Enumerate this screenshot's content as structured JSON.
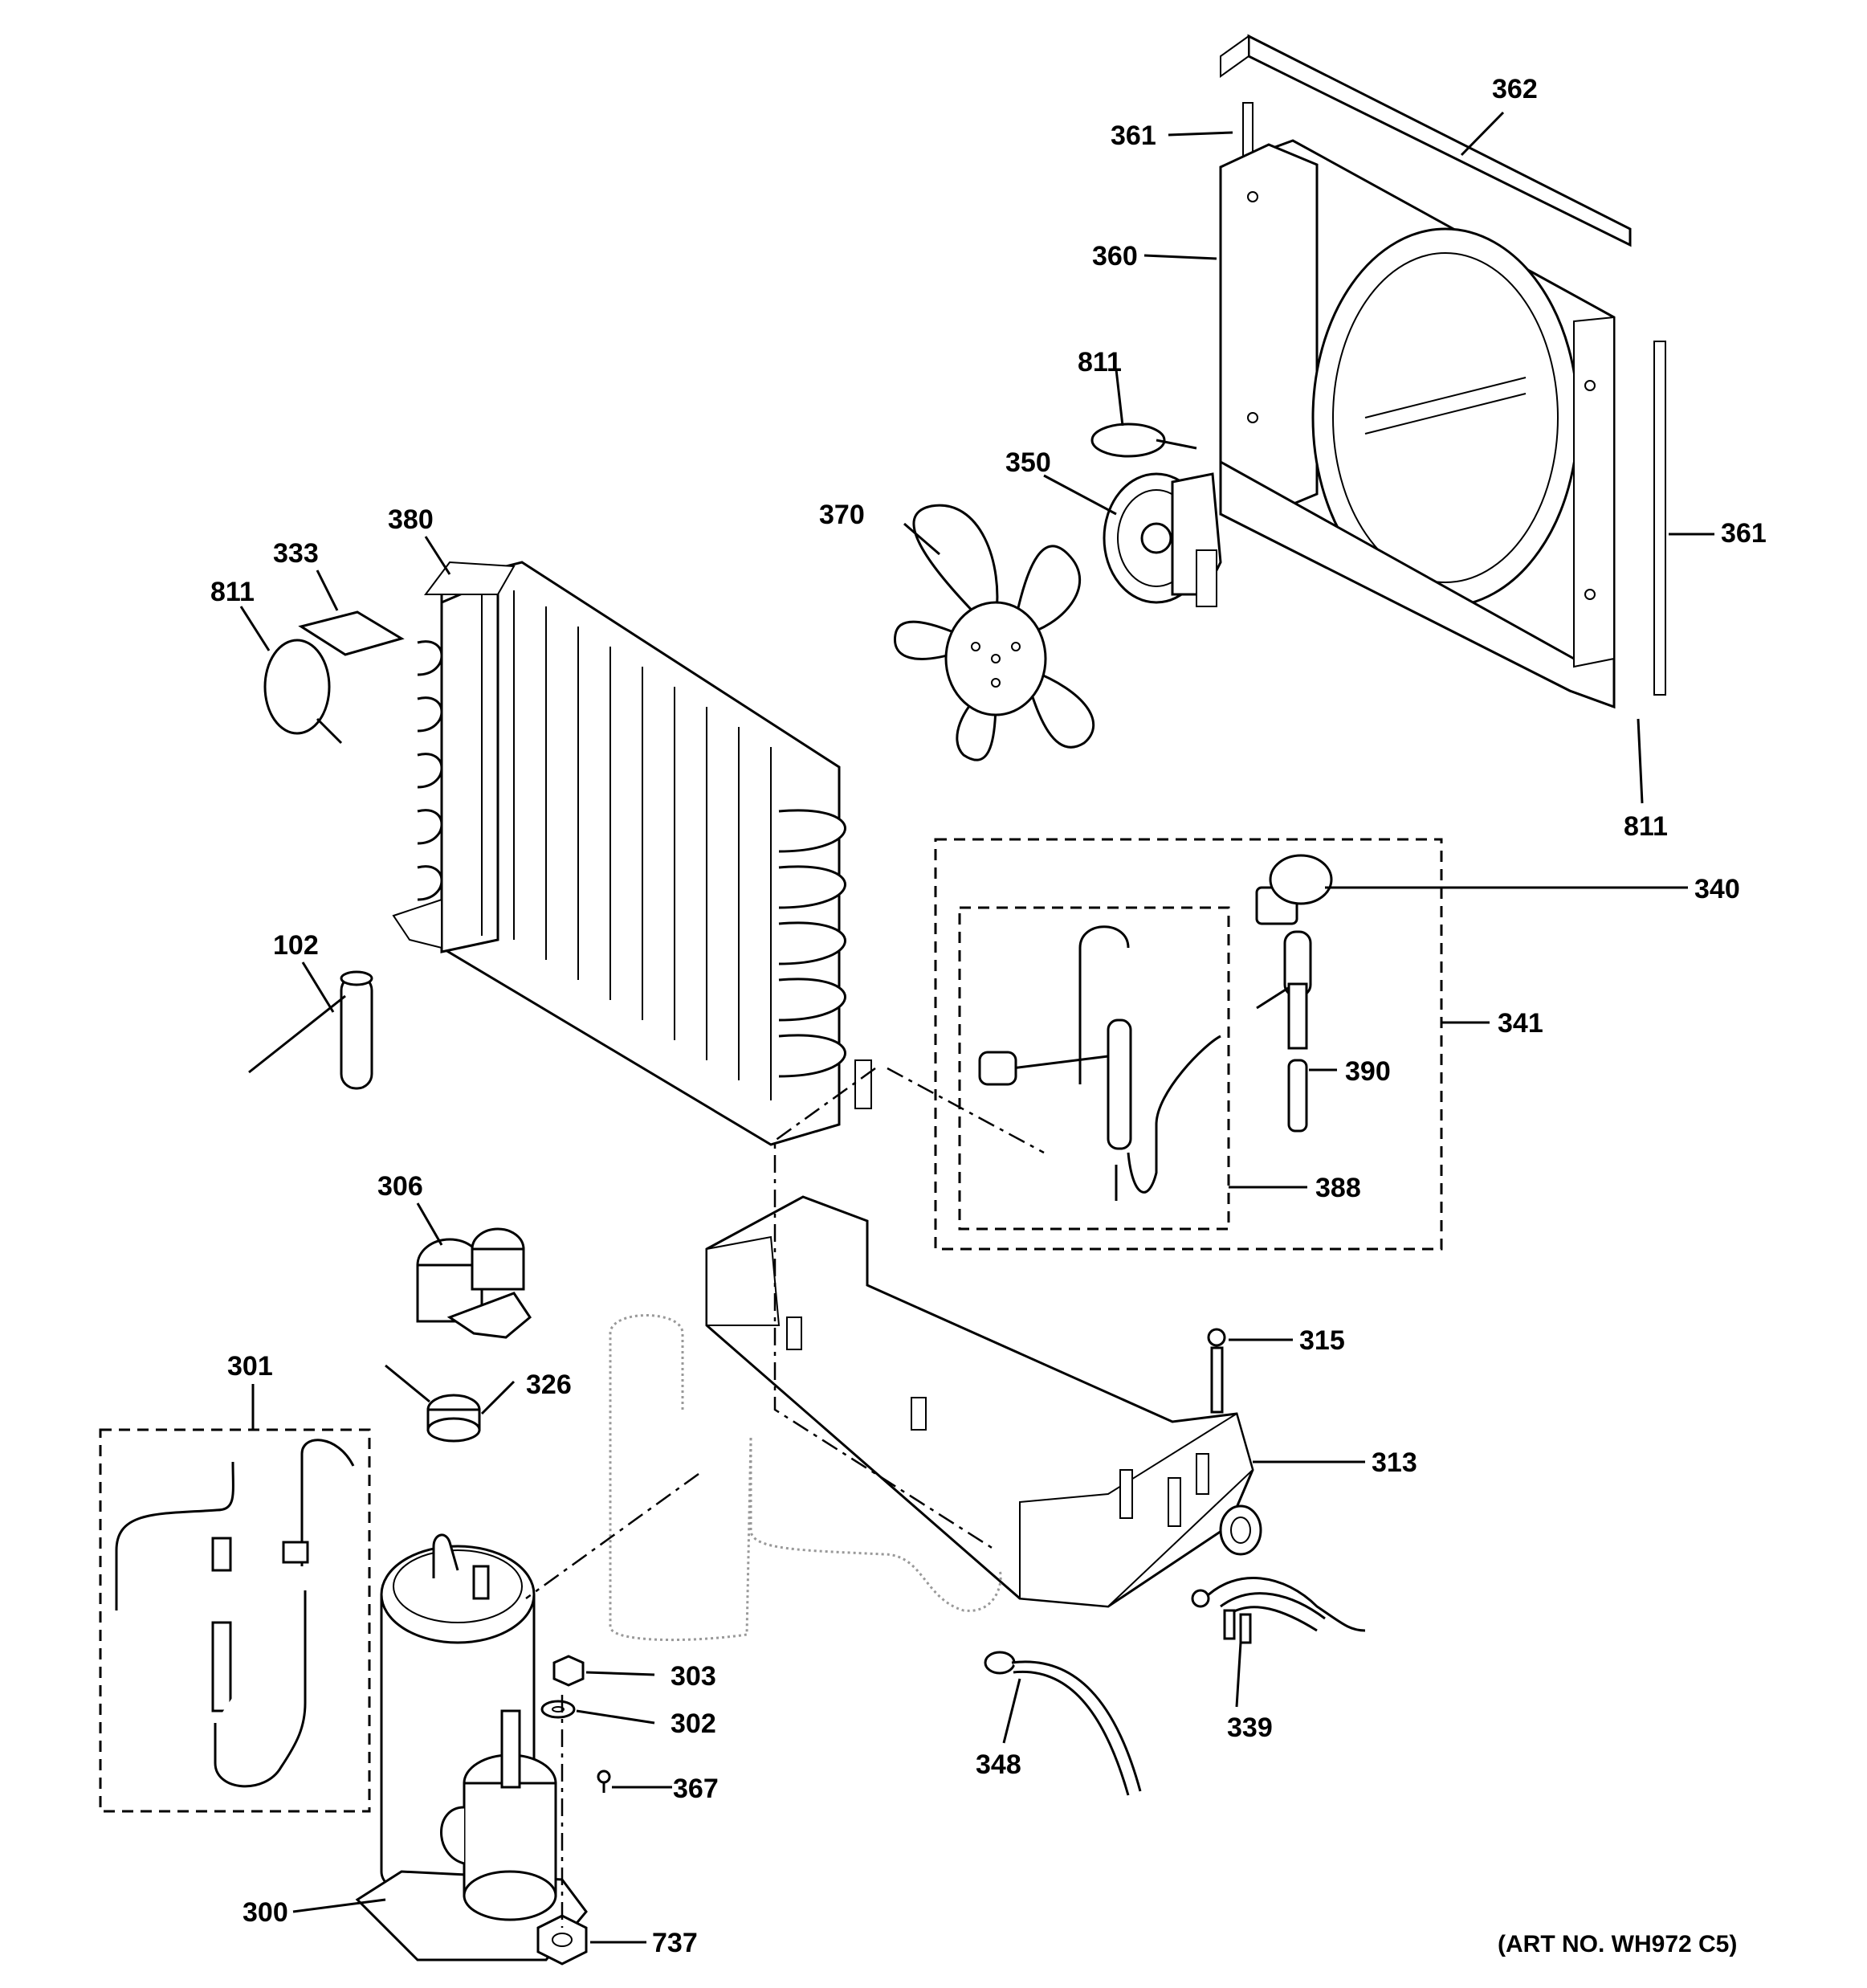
{
  "callouts": {
    "c362": "362",
    "c361_top": "361",
    "c360": "360",
    "c811_fan": "811",
    "c350": "350",
    "c370": "370",
    "c361_right": "361",
    "c811_right": "811",
    "c380": "380",
    "c333": "333",
    "c811_left": "811",
    "c340": "340",
    "c341": "341",
    "c390": "390",
    "c388": "388",
    "c102": "102",
    "c306": "306",
    "c315": "315",
    "c313": "313",
    "c301": "301",
    "c326": "326",
    "c303": "303",
    "c302": "302",
    "c367": "367",
    "c339": "339",
    "c348": "348",
    "c300": "300",
    "c737": "737"
  },
  "footer": {
    "art_number": "(ART NO. WH972 C5)"
  }
}
